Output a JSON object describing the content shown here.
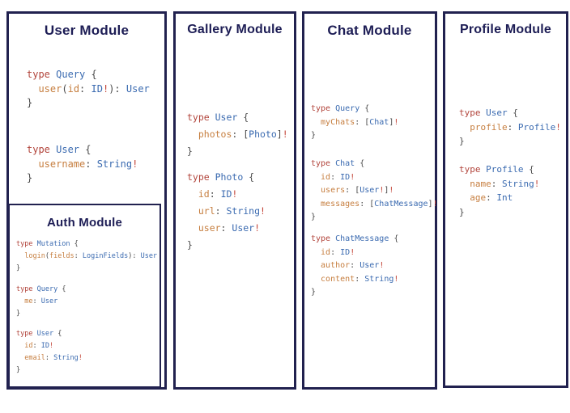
{
  "colors": {
    "border": "#21214f",
    "title": "#1d1d55",
    "keyword": "#b2453c",
    "type": "#3a6ab0",
    "field": "#c67e3f",
    "punct": "#4a4a4a",
    "bang": "#c4473a"
  },
  "modules": {
    "user": {
      "title": "User Module",
      "blocks": [
        [
          [
            [
              "type ",
              "kw"
            ],
            [
              "Query ",
              "ty"
            ],
            [
              "{",
              "pu"
            ]
          ],
          [
            [
              "  user",
              "fl"
            ],
            [
              "(",
              "pu"
            ],
            [
              "id",
              "fl"
            ],
            [
              ": ",
              "pu"
            ],
            [
              "ID",
              "ty"
            ],
            [
              "!",
              "bg"
            ],
            [
              "): ",
              "pu"
            ],
            [
              "User",
              "ty"
            ]
          ],
          [
            [
              "}",
              "pu"
            ]
          ]
        ],
        [
          [
            [
              "type ",
              "kw"
            ],
            [
              "User ",
              "ty"
            ],
            [
              "{",
              "pu"
            ]
          ],
          [
            [
              "  username",
              "fl"
            ],
            [
              ": ",
              "pu"
            ],
            [
              "String",
              "ty"
            ],
            [
              "!",
              "bg"
            ]
          ],
          [
            [
              "}",
              "pu"
            ]
          ]
        ]
      ]
    },
    "auth": {
      "title": "Auth Module",
      "blocks": [
        [
          [
            [
              "type ",
              "kw"
            ],
            [
              "Mutation ",
              "ty"
            ],
            [
              "{",
              "pu"
            ]
          ],
          [
            [
              "  login",
              "fl"
            ],
            [
              "(",
              "pu"
            ],
            [
              "fields",
              "fl"
            ],
            [
              ": ",
              "pu"
            ],
            [
              "LoginFields",
              "ty"
            ],
            [
              "): ",
              "pu"
            ],
            [
              "User",
              "ty"
            ]
          ],
          [
            [
              "}",
              "pu"
            ]
          ]
        ],
        [
          [
            [
              "type ",
              "kw"
            ],
            [
              "Query ",
              "ty"
            ],
            [
              "{",
              "pu"
            ]
          ],
          [
            [
              "  me",
              "fl"
            ],
            [
              ": ",
              "pu"
            ],
            [
              "User",
              "ty"
            ]
          ],
          [
            [
              "}",
              "pu"
            ]
          ]
        ],
        [
          [
            [
              "type ",
              "kw"
            ],
            [
              "User ",
              "ty"
            ],
            [
              "{",
              "pu"
            ]
          ],
          [
            [
              "  id",
              "fl"
            ],
            [
              ": ",
              "pu"
            ],
            [
              "ID",
              "ty"
            ],
            [
              "!",
              "bg"
            ]
          ],
          [
            [
              "  email",
              "fl"
            ],
            [
              ": ",
              "pu"
            ],
            [
              "String",
              "ty"
            ],
            [
              "!",
              "bg"
            ]
          ],
          [
            [
              "}",
              "pu"
            ]
          ]
        ]
      ]
    },
    "gallery": {
      "title": "Gallery Module",
      "blocks": [
        [
          [
            [
              "type ",
              "kw"
            ],
            [
              "User ",
              "ty"
            ],
            [
              "{",
              "pu"
            ]
          ],
          [
            [
              "  photos",
              "fl"
            ],
            [
              ": [",
              "pu"
            ],
            [
              "Photo",
              "ty"
            ],
            [
              "]",
              "pu"
            ],
            [
              "!",
              "bg"
            ]
          ],
          [
            [
              "}",
              "pu"
            ]
          ]
        ],
        [
          [
            [
              "type ",
              "kw"
            ],
            [
              "Photo ",
              "ty"
            ],
            [
              "{",
              "pu"
            ]
          ],
          [
            [
              "  id",
              "fl"
            ],
            [
              ": ",
              "pu"
            ],
            [
              "ID",
              "ty"
            ],
            [
              "!",
              "bg"
            ]
          ],
          [
            [
              "  url",
              "fl"
            ],
            [
              ": ",
              "pu"
            ],
            [
              "String",
              "ty"
            ],
            [
              "!",
              "bg"
            ]
          ],
          [
            [
              "  user",
              "fl"
            ],
            [
              ": ",
              "pu"
            ],
            [
              "User",
              "ty"
            ],
            [
              "!",
              "bg"
            ]
          ],
          [
            [
              "}",
              "pu"
            ]
          ]
        ]
      ]
    },
    "chat": {
      "title": "Chat Module",
      "blocks": [
        [
          [
            [
              "type ",
              "kw"
            ],
            [
              "Query ",
              "ty"
            ],
            [
              "{",
              "pu"
            ]
          ],
          [
            [
              "  myChats",
              "fl"
            ],
            [
              ": [",
              "pu"
            ],
            [
              "Chat",
              "ty"
            ],
            [
              "]",
              "pu"
            ],
            [
              "!",
              "bg"
            ]
          ],
          [
            [
              "}",
              "pu"
            ]
          ]
        ],
        [
          [
            [
              "type ",
              "kw"
            ],
            [
              "Chat ",
              "ty"
            ],
            [
              "{",
              "pu"
            ]
          ],
          [
            [
              "  id",
              "fl"
            ],
            [
              ": ",
              "pu"
            ],
            [
              "ID",
              "ty"
            ],
            [
              "!",
              "bg"
            ]
          ],
          [
            [
              "  users",
              "fl"
            ],
            [
              ": [",
              "pu"
            ],
            [
              "User",
              "ty"
            ],
            [
              "!",
              "bg"
            ],
            [
              "]",
              "pu"
            ],
            [
              "!",
              "bg"
            ]
          ],
          [
            [
              "  messages",
              "fl"
            ],
            [
              ": [",
              "pu"
            ],
            [
              "ChatMessage",
              "ty"
            ],
            [
              "]",
              "pu"
            ],
            [
              "!",
              "bg"
            ]
          ],
          [
            [
              "}",
              "pu"
            ]
          ]
        ],
        [
          [
            [
              "type ",
              "kw"
            ],
            [
              "ChatMessage ",
              "ty"
            ],
            [
              "{",
              "pu"
            ]
          ],
          [
            [
              "  id",
              "fl"
            ],
            [
              ": ",
              "pu"
            ],
            [
              "ID",
              "ty"
            ],
            [
              "!",
              "bg"
            ]
          ],
          [
            [
              "  author",
              "fl"
            ],
            [
              ": ",
              "pu"
            ],
            [
              "User",
              "ty"
            ],
            [
              "!",
              "bg"
            ]
          ],
          [
            [
              "  content",
              "fl"
            ],
            [
              ": ",
              "pu"
            ],
            [
              "String",
              "ty"
            ],
            [
              "!",
              "bg"
            ]
          ],
          [
            [
              "}",
              "pu"
            ]
          ]
        ]
      ]
    },
    "profile": {
      "title": "Profile Module",
      "blocks": [
        [
          [
            [
              "type ",
              "kw"
            ],
            [
              "User ",
              "ty"
            ],
            [
              "{",
              "pu"
            ]
          ],
          [
            [
              "  profile",
              "fl"
            ],
            [
              ": ",
              "pu"
            ],
            [
              "Profile",
              "ty"
            ],
            [
              "!",
              "bg"
            ]
          ],
          [
            [
              "}",
              "pu"
            ]
          ]
        ],
        [
          [
            [
              "type ",
              "kw"
            ],
            [
              "Profile ",
              "ty"
            ],
            [
              "{",
              "pu"
            ]
          ],
          [
            [
              "  name",
              "fl"
            ],
            [
              ": ",
              "pu"
            ],
            [
              "String",
              "ty"
            ],
            [
              "!",
              "bg"
            ]
          ],
          [
            [
              "  age",
              "fl"
            ],
            [
              ": ",
              "pu"
            ],
            [
              "Int",
              "ty"
            ]
          ],
          [
            [
              "}",
              "pu"
            ]
          ]
        ]
      ]
    }
  }
}
